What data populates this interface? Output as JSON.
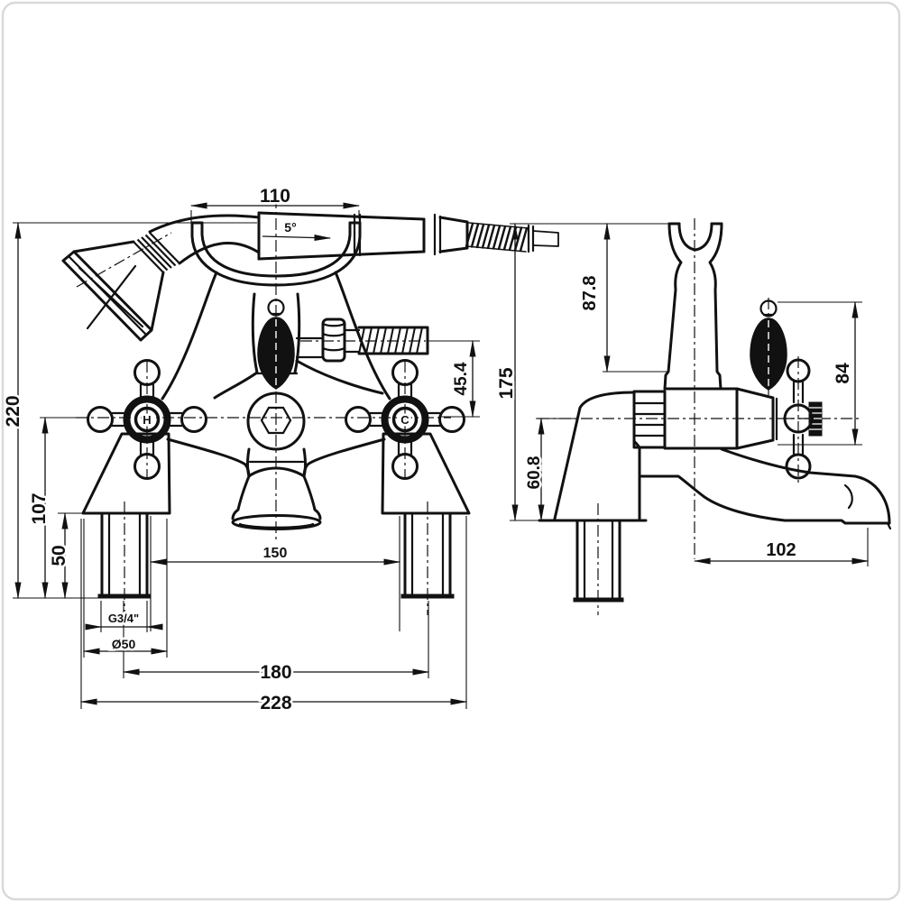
{
  "meta": {
    "background": "#ffffff",
    "line_color": "#111111",
    "frame_color": "#d9d9d9",
    "drawing_type": "bath-shower-mixer-tap-dimension-drawing"
  },
  "dimensions": {
    "front": {
      "handset_length": "110",
      "handset_angle": "5°",
      "overall_height": "220",
      "below_centre_height": "107",
      "deck_to_tail": "50",
      "outlet_offset": "45.4",
      "inner_spacing": "150",
      "tap_centres": "180",
      "overall_width": "228",
      "thread": "G3/4\"",
      "base_dia": "Ø50"
    },
    "side": {
      "cradle_height": "87.8",
      "overall_height": "175",
      "handle_height": "84",
      "centre_to_base": "60.8",
      "spout_reach": "102"
    }
  },
  "markings": {
    "hot": "H",
    "cold": "C"
  }
}
